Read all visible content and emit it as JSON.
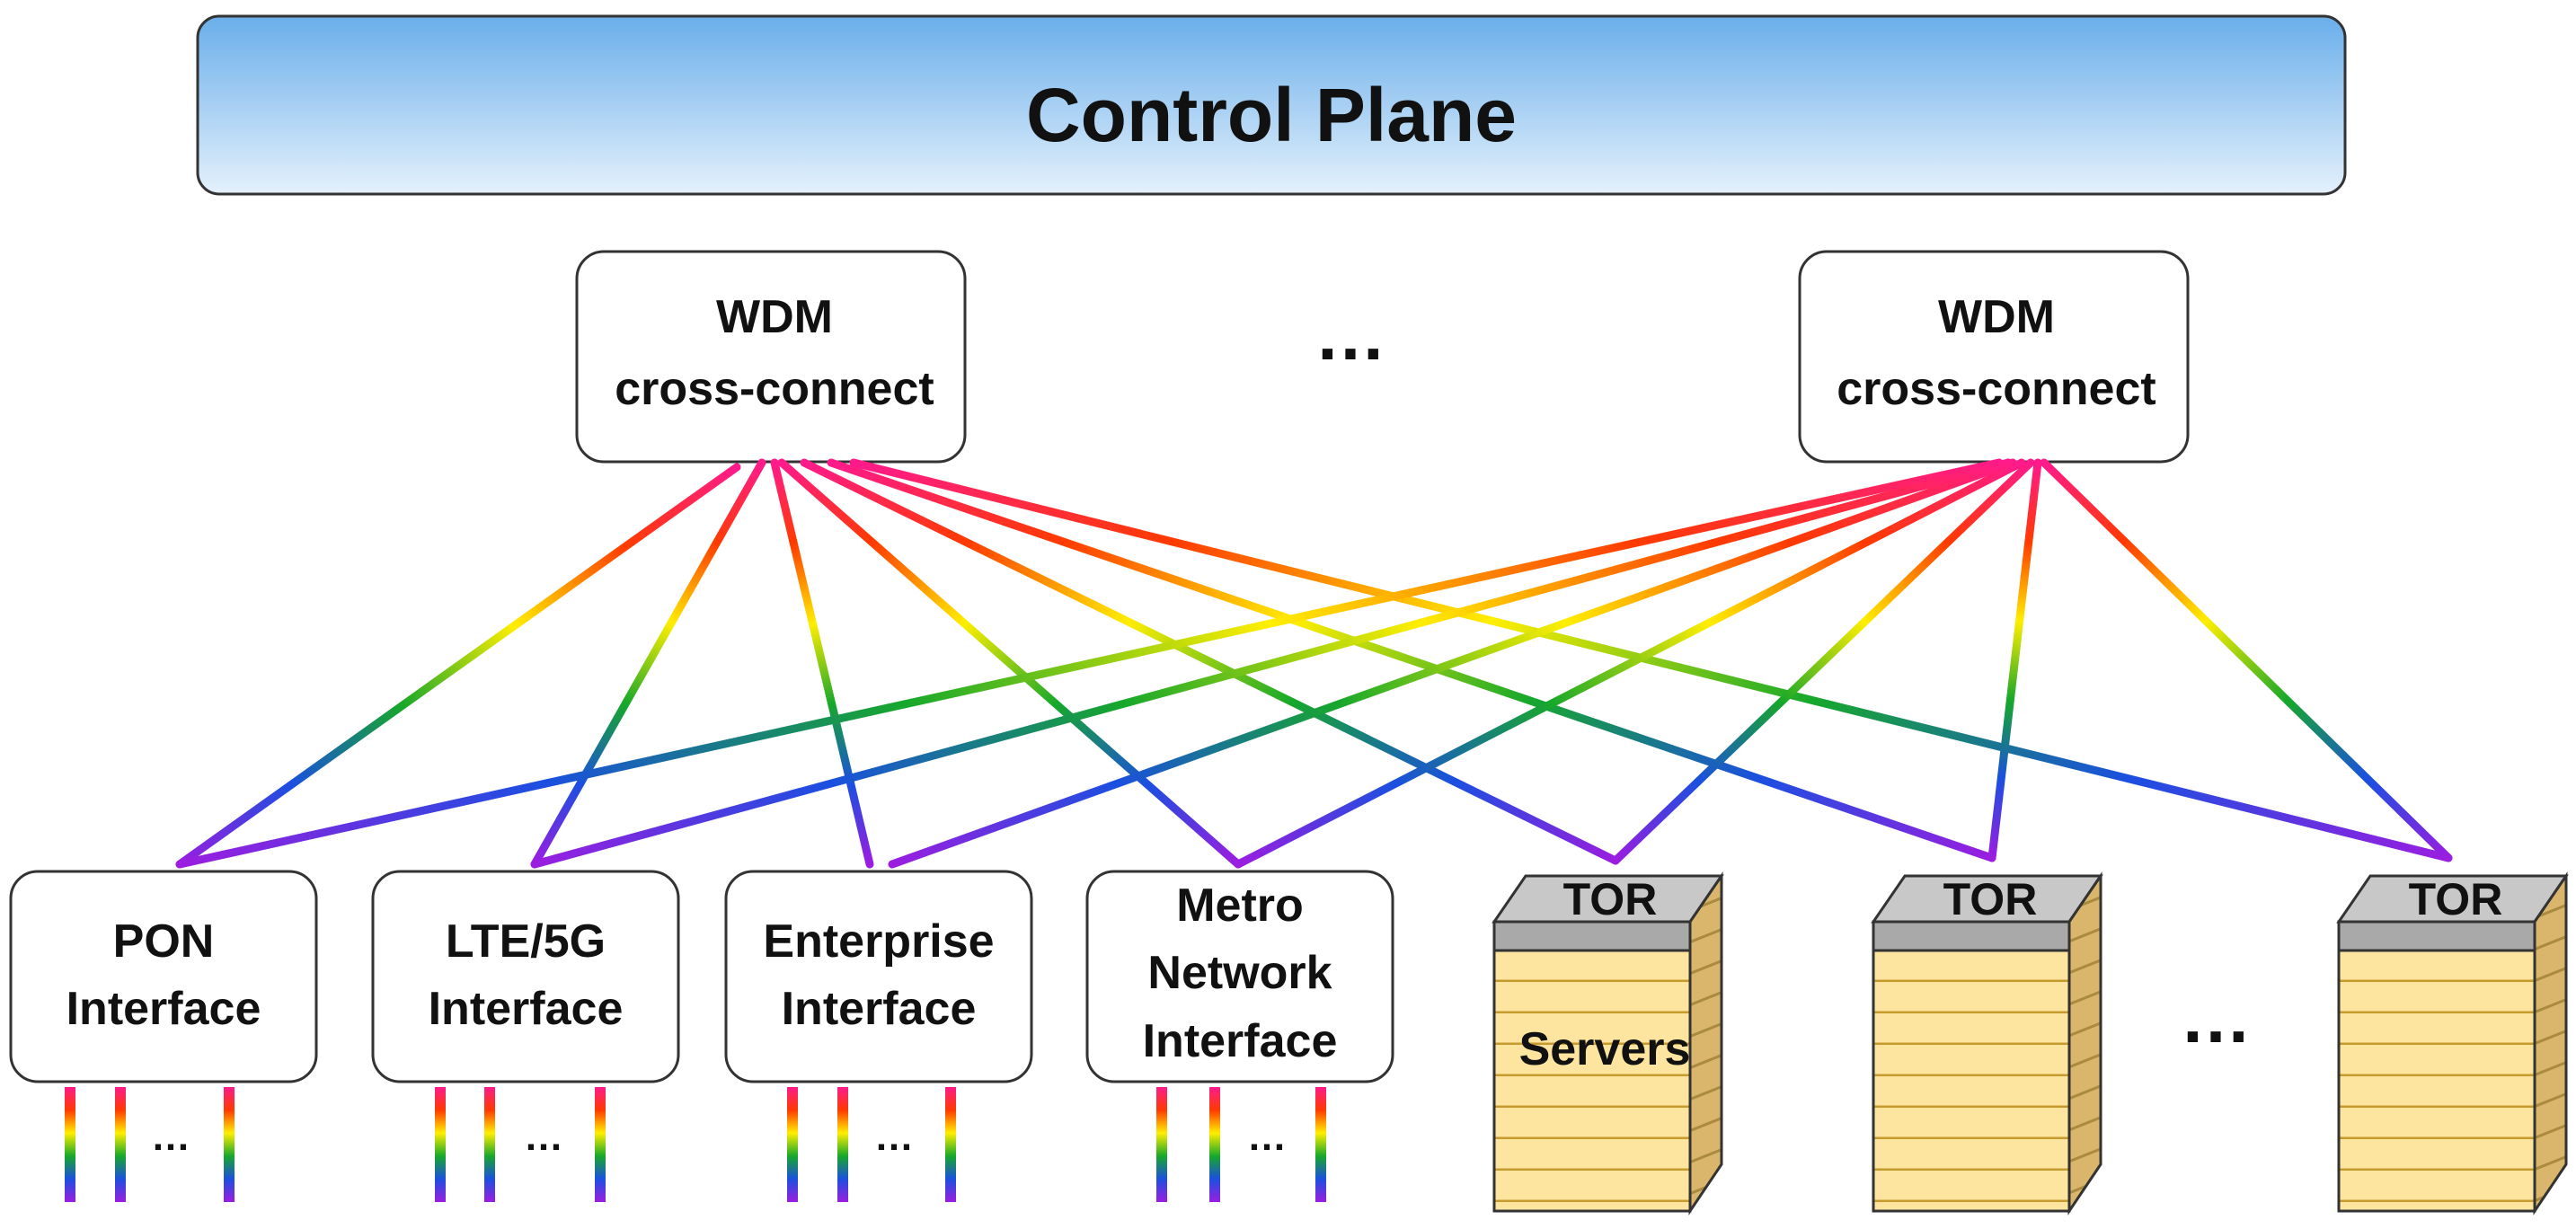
{
  "control_plane": {
    "title": "Control Plane"
  },
  "cross_connects": [
    {
      "line1": "WDM",
      "line2": "cross-connect"
    },
    {
      "line1": "WDM",
      "line2": "cross-connect"
    }
  ],
  "cross_connect_ellipsis": "…",
  "interfaces": [
    {
      "lines": [
        "PON",
        "Interface"
      ]
    },
    {
      "lines": [
        "LTE/5G",
        "Interface"
      ]
    },
    {
      "lines": [
        "Enterprise",
        "Interface"
      ]
    },
    {
      "lines": [
        "Metro",
        "Network",
        "Interface"
      ]
    }
  ],
  "interface_port_ellipsis": "…",
  "racks": [
    {
      "top_label": "TOR",
      "body_label": "Servers"
    },
    {
      "top_label": "TOR",
      "body_label": ""
    },
    {
      "top_label": "TOR",
      "body_label": ""
    }
  ],
  "rack_ellipsis": "…",
  "colors": {
    "control_plane_top": "#6aaeea",
    "control_plane_bottom": "#ddeefb",
    "rack_face": "#fde5a0",
    "rack_side": "#d9b66b",
    "rack_top": "#c0c0c0",
    "rainbow": [
      "#ff1a8c",
      "#ff3a00",
      "#ffee00",
      "#17a82a",
      "#1b4fe0",
      "#9b1de0"
    ]
  }
}
